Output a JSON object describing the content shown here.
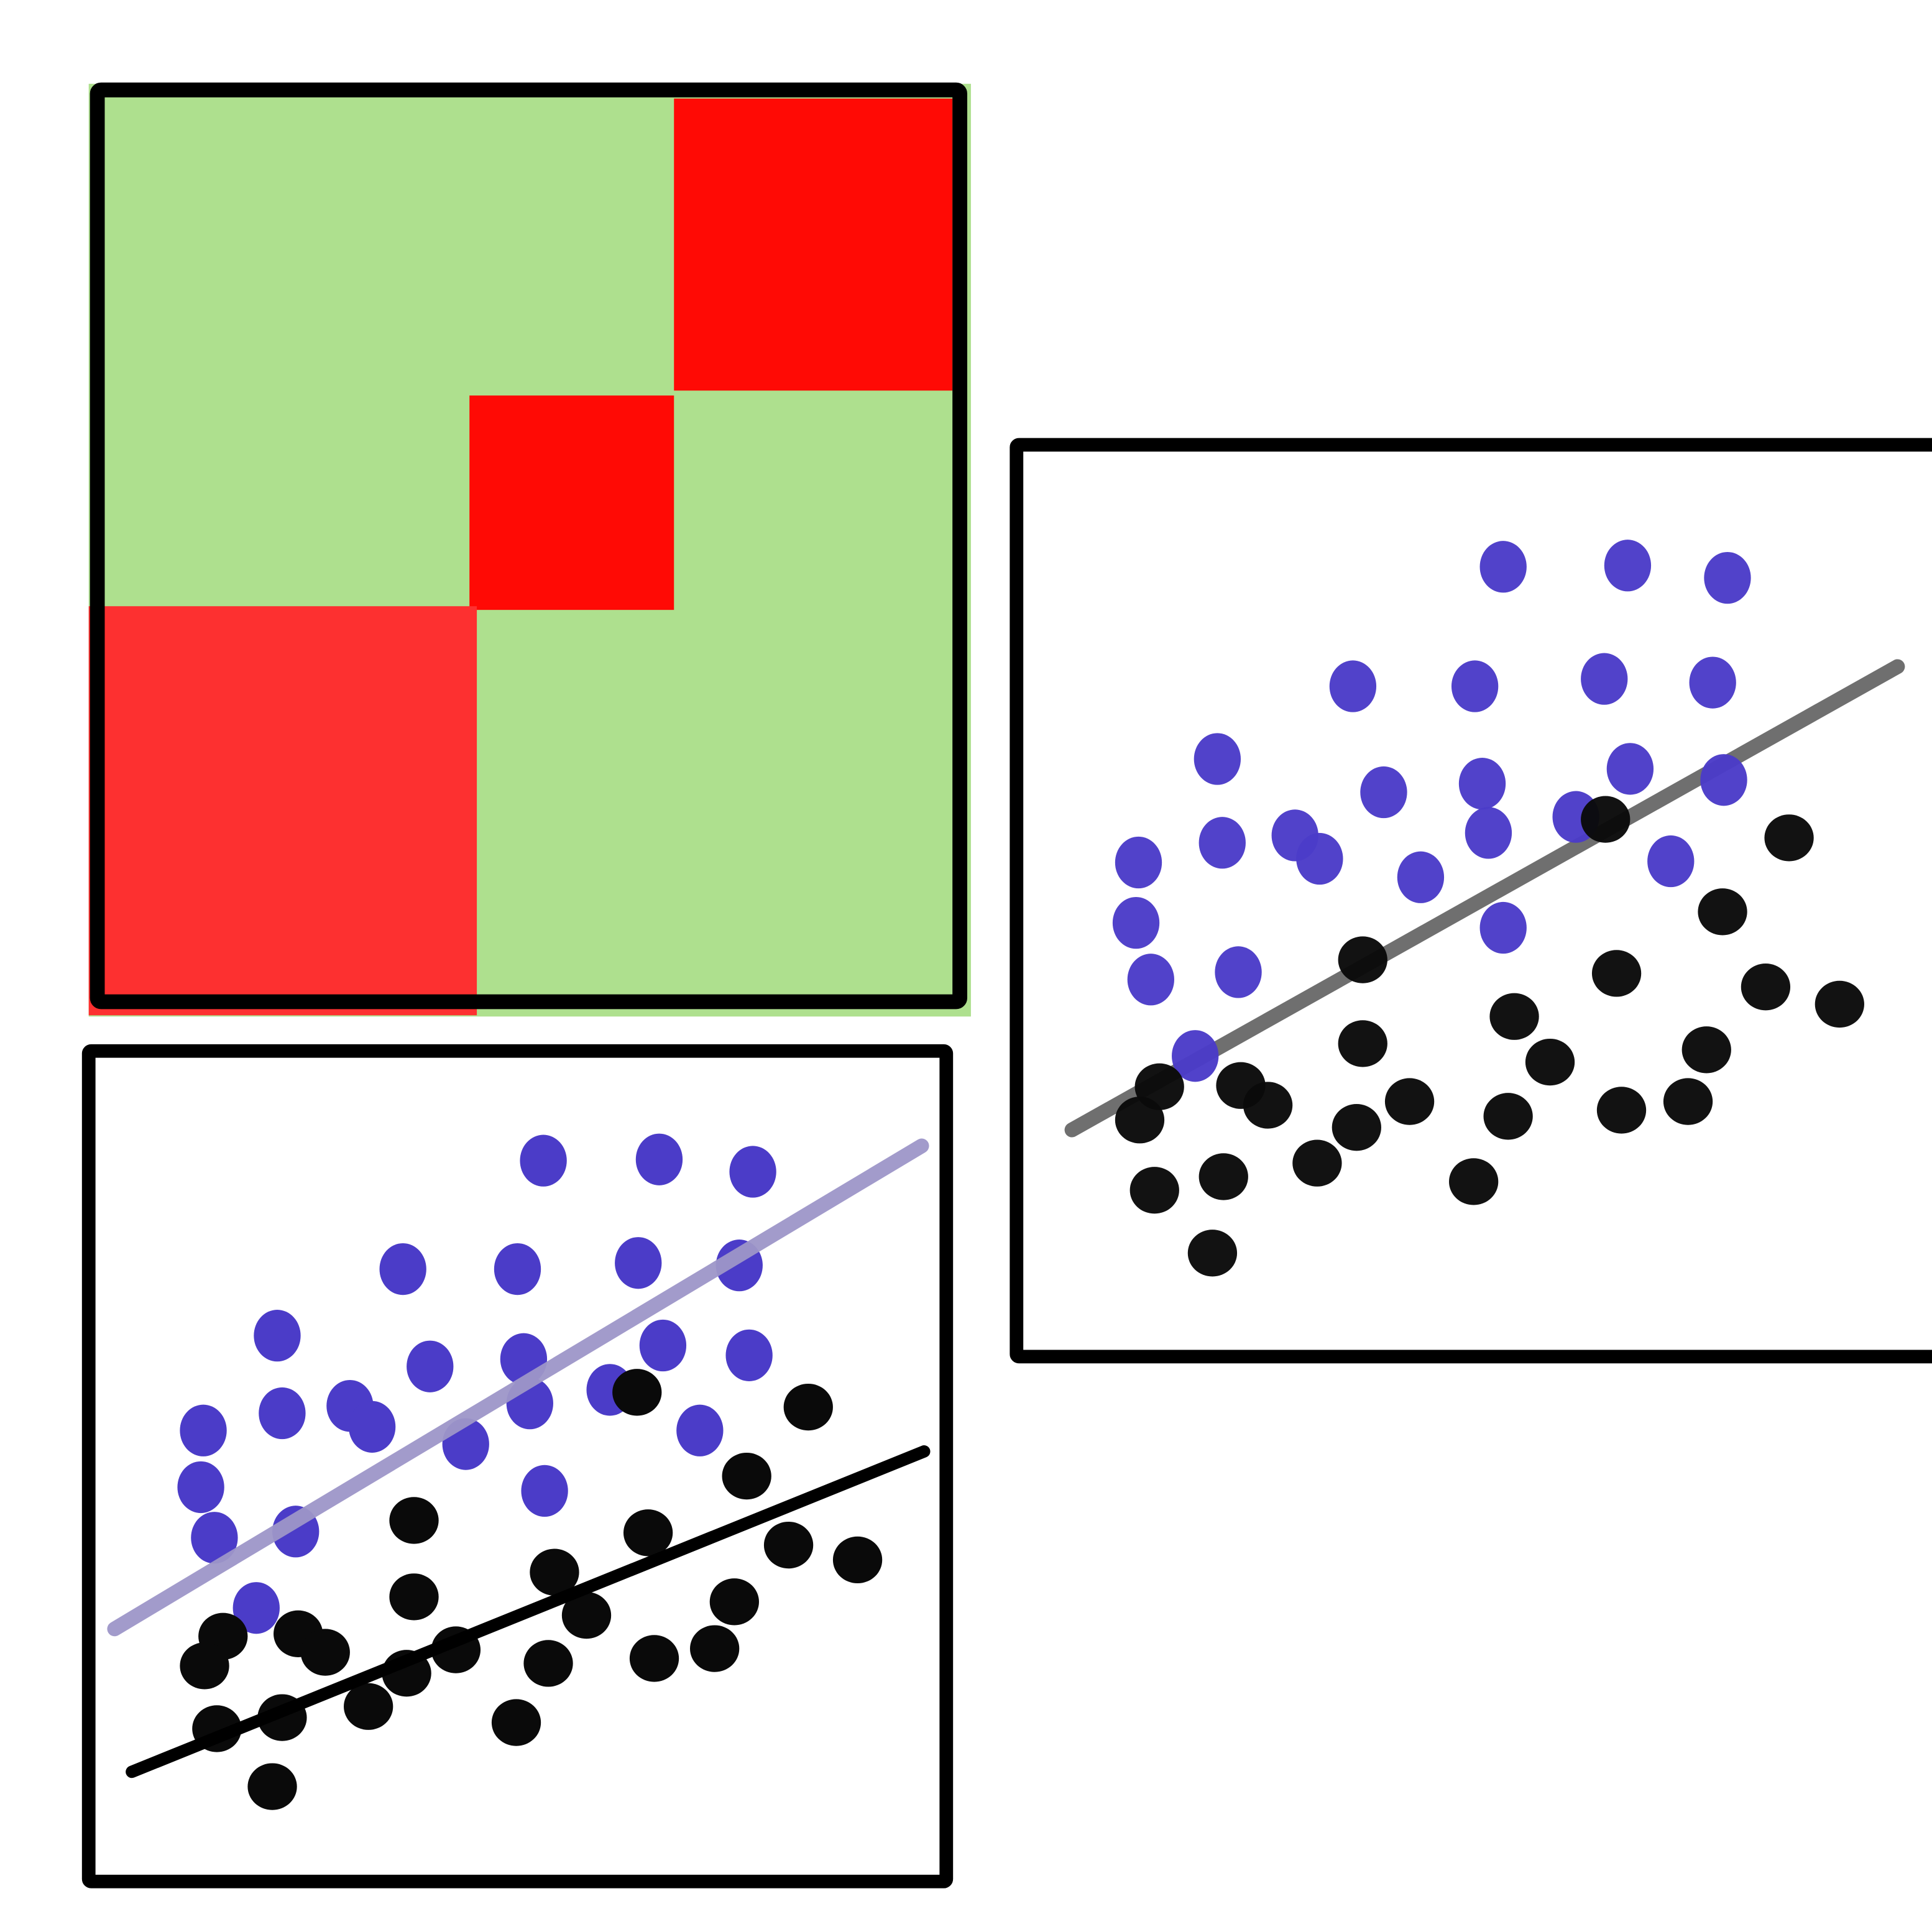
{
  "colors": {
    "background": "#ffffff",
    "frame": "#000000",
    "matrix_green": "#aee08e",
    "matrix_red": "#ff0a05",
    "matrix_red_light": "#fd3030",
    "class_a_points": "#4b3cc8",
    "class_b_points": "#0a0a0a",
    "fit_line_gray": "#6f6f6f",
    "fit_line_light": "#9d96c8",
    "fit_line_dark": "#000000"
  },
  "panels": [
    {
      "kind": "block-matrix"
    },
    {
      "kind": "scatter-with-single-boundary"
    },
    {
      "kind": "scatter-with-two-boundaries"
    }
  ]
}
